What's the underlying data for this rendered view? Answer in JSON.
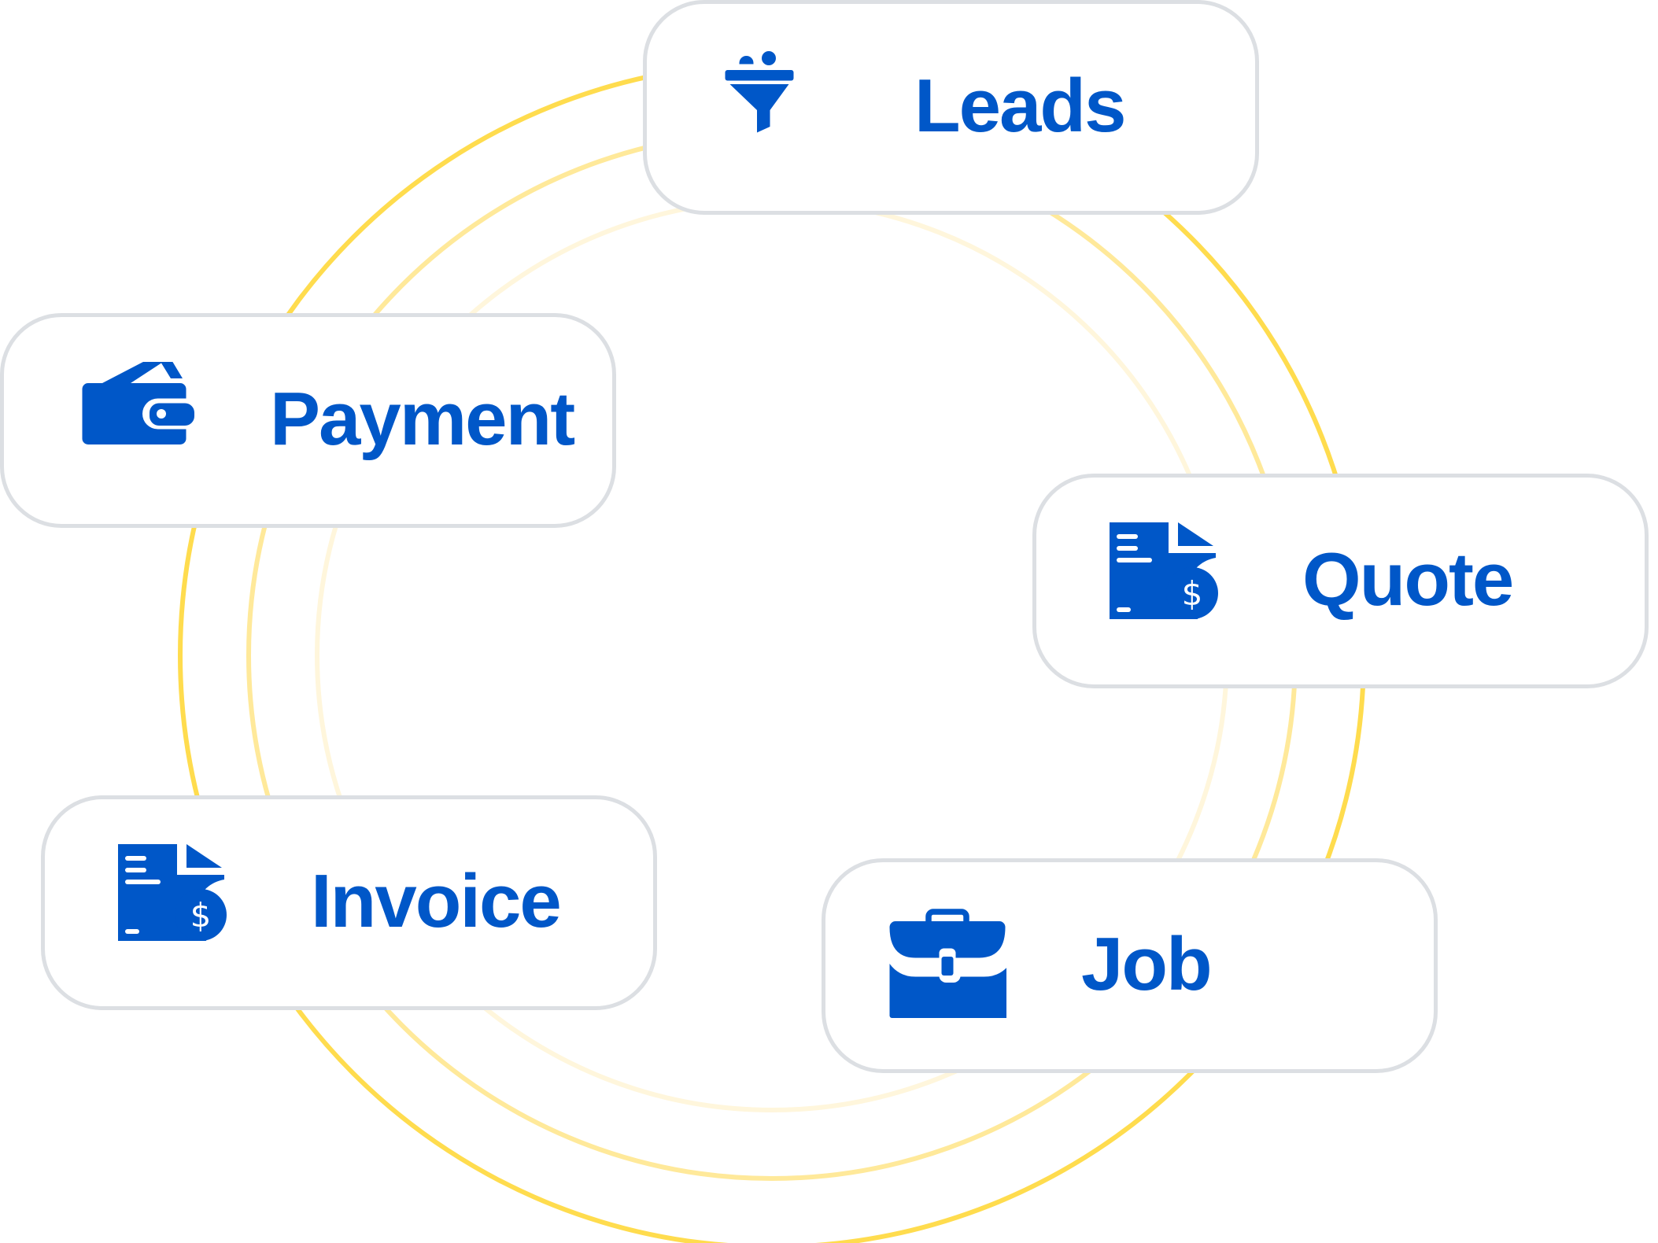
{
  "colors": {
    "accent": "#0057c8",
    "ring_outer": "#ffdc4e",
    "ring_middle": "#ffe99a",
    "ring_inner": "#fff6dc",
    "card_border": "#dcdfe3"
  },
  "cards": [
    {
      "label": "Leads",
      "icon": "funnel-icon"
    },
    {
      "label": "Payment",
      "icon": "wallet-icon"
    },
    {
      "label": "Quote",
      "icon": "quote-document-icon"
    },
    {
      "label": "Invoice",
      "icon": "invoice-document-icon"
    },
    {
      "label": "Job",
      "icon": "briefcase-icon"
    }
  ]
}
